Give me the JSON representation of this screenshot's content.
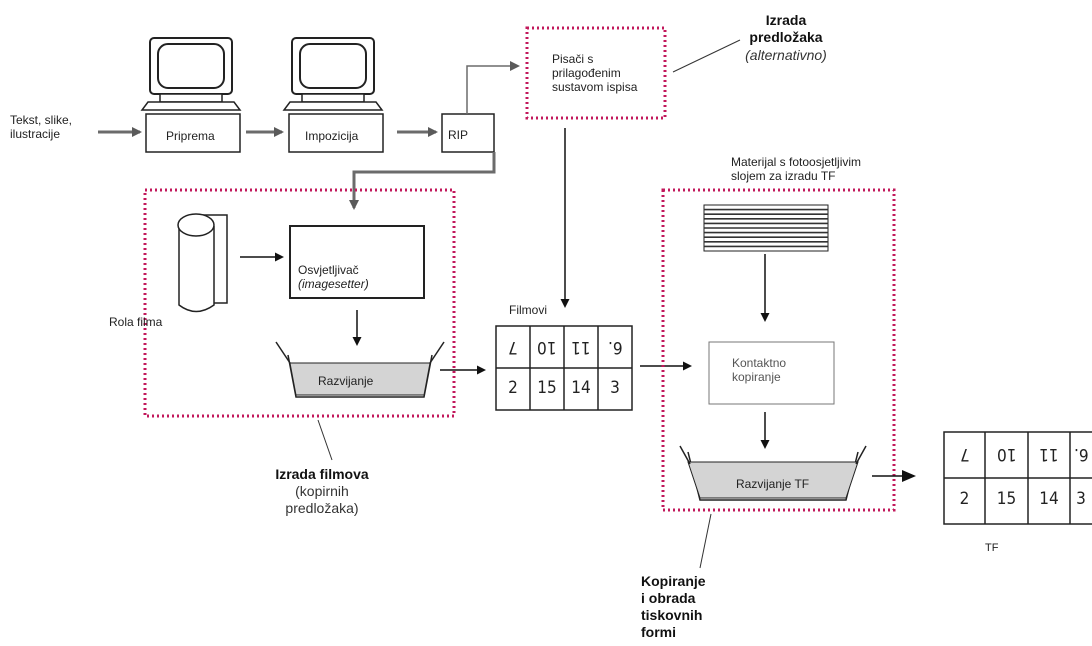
{
  "input_label": [
    "Tekst, slike,",
    "ilustracije"
  ],
  "priprema_label": "Priprema",
  "impozicija_label": "Impozicija",
  "rip_label": "RIP",
  "pisaci_label": [
    "Pisači s",
    "prilagođenim",
    "sustavom ispisa"
  ],
  "izrada_predlozaka": {
    "title": [
      "Izrada",
      "predložaka"
    ],
    "subtitle": "(alternativno)"
  },
  "rola_filma_label": "Rola filma",
  "osvjetljivac": {
    "line1": "Osvjetljivač",
    "line2": "(imagesetter)"
  },
  "razvijanje_label": "Razvijanje",
  "izrada_filmova": {
    "title": "Izrada filmova",
    "subtitle": [
      "(kopirnih",
      "predložaka)"
    ]
  },
  "filmovi_label": "Filmovi",
  "filmovi_grid": {
    "top_row": [
      "7",
      "10",
      "11",
      "6."
    ],
    "bottom_row": [
      "2",
      "15",
      "14",
      "3"
    ]
  },
  "materijal_label": [
    "Materijal s fotoosjetljivim",
    "slojem za izradu TF"
  ],
  "kontaktno_label": [
    "Kontaktno",
    "kopiranje"
  ],
  "razvijanje_tf_label": "Razvijanje TF",
  "kopiranje_title": [
    "Kopiranje",
    "i obrada",
    "tiskovnih",
    "formi"
  ],
  "tf_grid": {
    "top_row": [
      "7",
      "10",
      "11",
      "6."
    ],
    "bottom_row": [
      "2",
      "15",
      "14",
      "3"
    ]
  },
  "tf_label": "TF",
  "colors": {
    "dotted_frame": "#c2185b",
    "arrow_gray": "#6b6b6b",
    "arrow_black": "#111111",
    "tank_fill": "#d4d4d4",
    "line": "#222222"
  }
}
